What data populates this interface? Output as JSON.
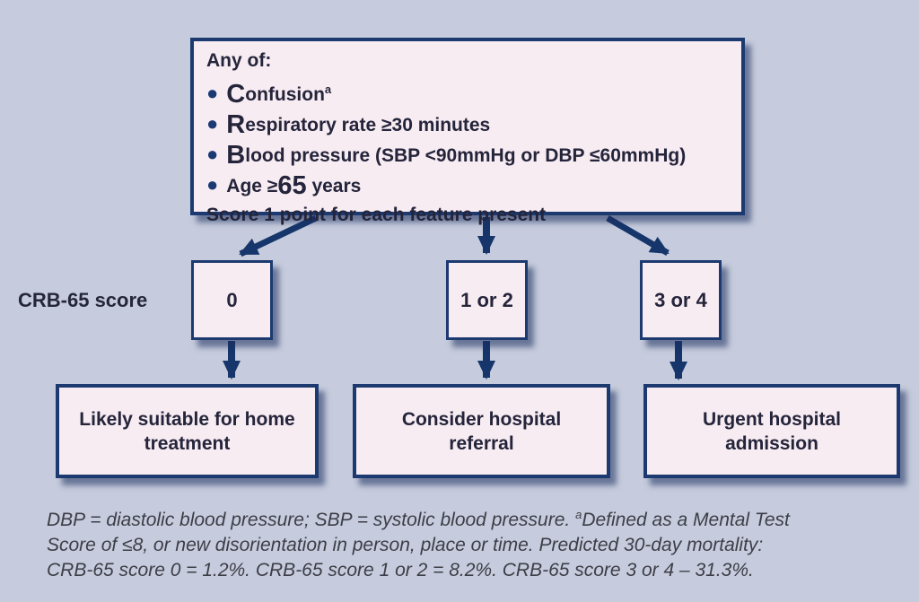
{
  "colors": {
    "background": "#c6ccdd",
    "box_fill": "#f8ecf3",
    "box_border": "#1c3a70",
    "arrow": "#16356b",
    "text_dark": "#24243a",
    "footnote_text": "#3d3d47"
  },
  "criteria_box": {
    "title": "Any of:",
    "bullets": [
      {
        "pre": "",
        "big": "C",
        "rest": "onfusion",
        "sup": "a"
      },
      {
        "pre": "",
        "big": "R",
        "rest": "espiratory rate ≥30 minutes",
        "sup": ""
      },
      {
        "pre": "",
        "big": "B",
        "rest": "lood pressure (SBP <90mmHg or DBP ≤60mmHg)",
        "sup": ""
      },
      {
        "pre": "Age ≥",
        "big": "65",
        "rest": " years",
        "sup": ""
      }
    ],
    "footer": "Score 1 point for each feature present"
  },
  "score_row": {
    "label": "CRB-65 score",
    "scores": [
      "0",
      "1 or 2",
      "3 or 4"
    ]
  },
  "outcomes": [
    "Likely suitable for home treatment",
    "Consider hospital referral",
    "Urgent hospital admission"
  ],
  "footnote": {
    "line1_pre": "DBP = diastolic blood pressure; SBP = systolic blood pressure. ",
    "line1_sup": "a",
    "line1_post": "Defined as a Mental Test",
    "line2": "Score of ≤8, or new disorientation in person, place or time. Predicted 30-day mortality:",
    "line3": "CRB-65 score 0 = 1.2%. CRB-65 score 1 or 2 = 8.2%. CRB-65 score 3 or 4 – 31.3%."
  }
}
